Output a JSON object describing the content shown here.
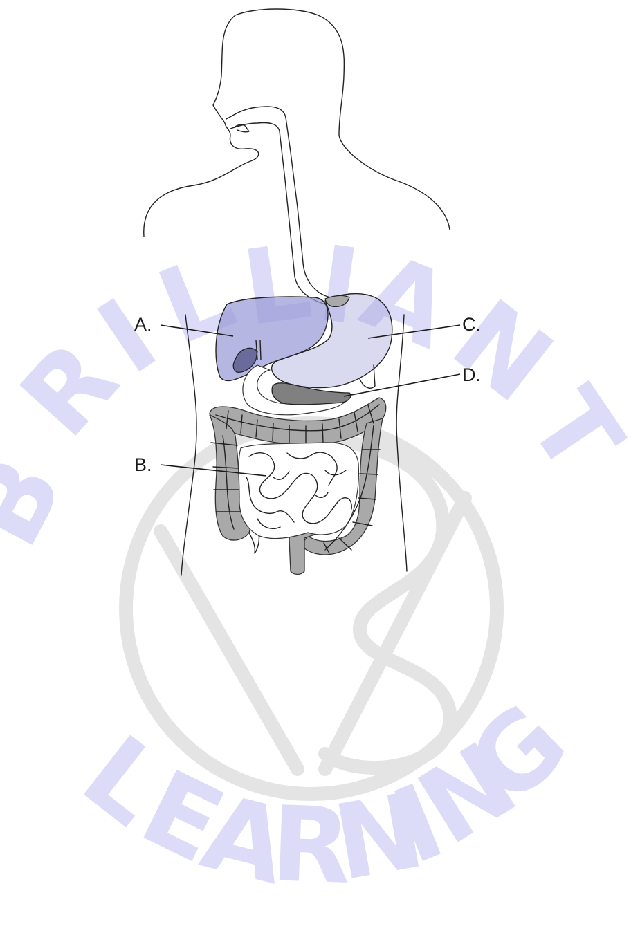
{
  "diagram": {
    "labels": {
      "a": "A.",
      "b": "B.",
      "c": "C.",
      "d": "D."
    }
  },
  "watermark": {
    "top_text": "BRILLIANT",
    "bottom_text": "LEARNING",
    "text_color": "#dcdcf8",
    "emblem_color": "#e4e4e4"
  },
  "colors": {
    "liver_stomach_tint": "#9a9ad8",
    "colon_fill": "#a9a9a9",
    "pancreas_fill": "#808080",
    "outline": "#222222"
  }
}
